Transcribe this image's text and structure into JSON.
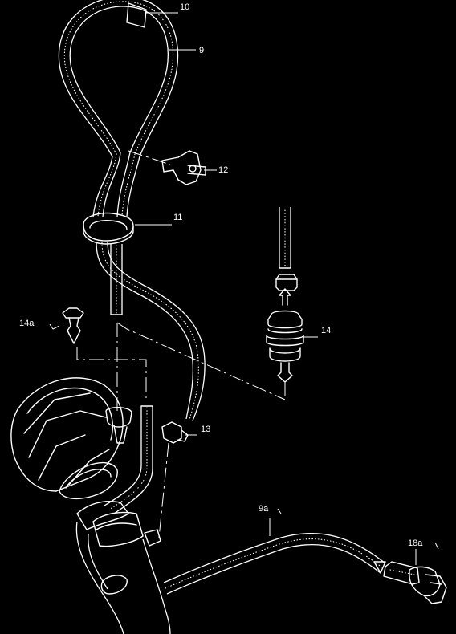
{
  "callouts": {
    "c10": "10",
    "c9": "9",
    "c12": "12",
    "c11": "11",
    "c14": "14",
    "c14a": "14a",
    "c13": "13",
    "c9a": "9a",
    "c18a": "18a"
  }
}
